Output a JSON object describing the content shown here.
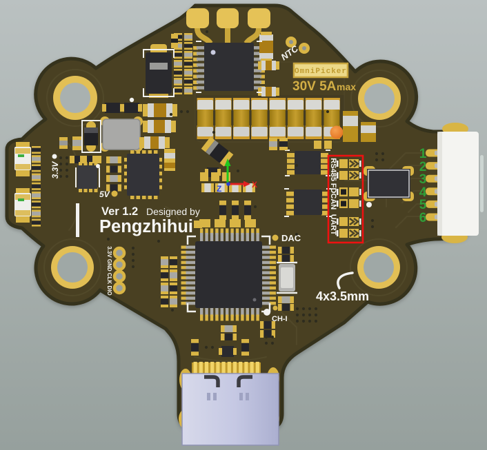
{
  "scene": {
    "description": "3D rendered top view of a dark olive PCB (motor driver flight-controller style board) on a gray background",
    "background_top": "#b9c0c0",
    "background_bottom": "#96a09d"
  },
  "colors": {
    "board": "#4a4326",
    "board_edge": "#35321e",
    "pad_gold": "#d9b545",
    "bright_gold": "#e5c257",
    "silkscreen_white": "#f2f2f0",
    "gold_text": "#d2ae45",
    "highlight_red": "#ee1111",
    "pin_green": "#2f9e38",
    "orange_dot": "#ec7f28",
    "usb_body": "#c5c8e3",
    "connector_white": "#f4f4f1",
    "ic_black": "#2f2f33"
  },
  "board": {
    "silkscreen": {
      "version_label": "Ver 1.2",
      "designed_by": "Designed by",
      "brand": "Pengzhihui",
      "rating": "30V 5A",
      "rating_suffix": "max",
      "ntc_label": "NTC",
      "dac_label": "DAC",
      "ch1_label": "CH-I",
      "mounting_note": "4x3.5mm",
      "rail_3v3": "3.3V",
      "rail_5v": "5V",
      "swd_label": "3.3V GND CLK DIO",
      "bus_labels": [
        "RS485",
        "FDCAN",
        "UART"
      ]
    },
    "sticker": {
      "text": "OmniPicker"
    },
    "connector": {
      "pin_labels": [
        "1",
        "2",
        "3",
        "4",
        "5",
        "6"
      ]
    },
    "axis_gizmo": {
      "x_label": "X",
      "z_label": "Z"
    }
  }
}
